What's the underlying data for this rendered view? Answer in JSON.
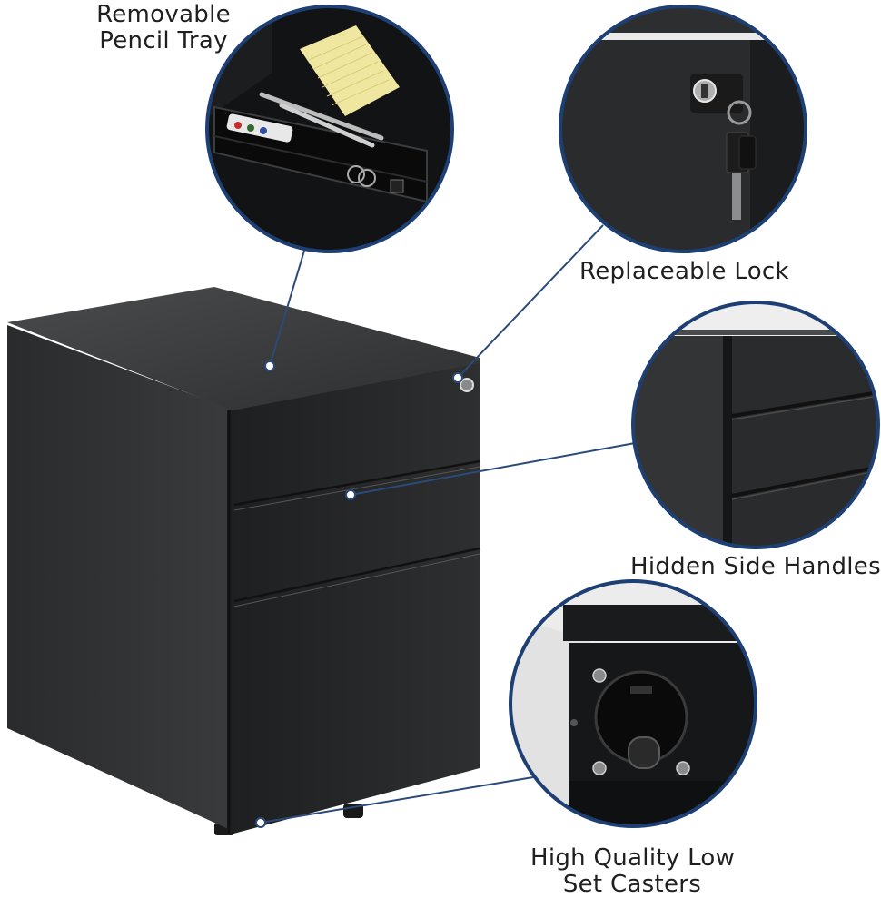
{
  "callouts": {
    "pencil_tray": {
      "line1": "Removable",
      "line2": "Pencil Tray"
    },
    "lock": {
      "text": "Replaceable Lock"
    },
    "handles": {
      "text": "Hidden Side Handles"
    },
    "casters": {
      "line1": "High Quality Low",
      "line2": "Set Casters"
    }
  },
  "colors": {
    "callout_ring": "#1e3f73",
    "leader_line": "#2a4a7a",
    "cabinet_body": "#2f3031",
    "cabinet_top": "#3e3f40",
    "background": "#ffffff"
  }
}
